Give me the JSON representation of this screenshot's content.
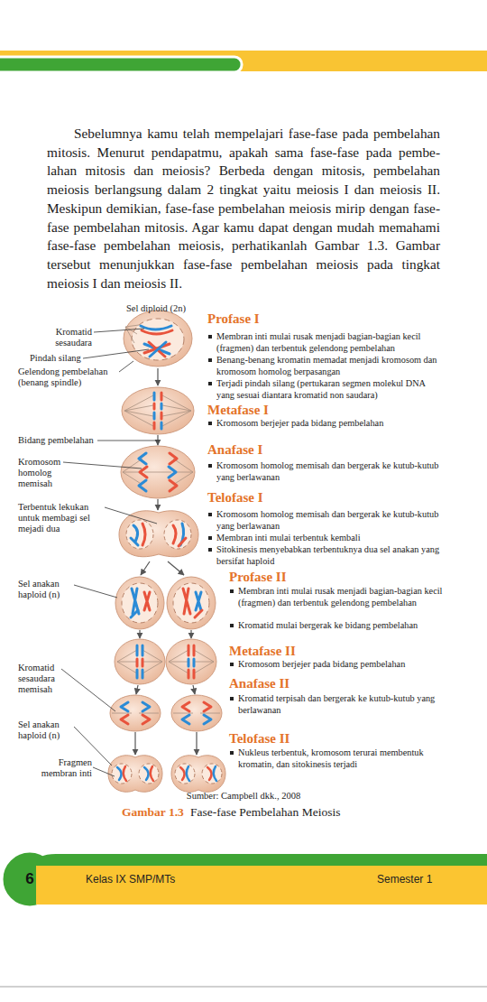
{
  "diagram": {
    "caption": "Fase-fase Pembelahan Meiosis",
    "nodes": [
      {
        "text": [
          "6"
        ]
      },
      {
        "text": [
          "Kelas IX SMP/MTs",
          "Semester 1"
        ]
      }
    ],
    "labels": [
      "Sebelumnya kamu telah mempelajari fase-fase pada pembelahan mitosis. Menurut pendapatmu, apakah sama fase-fase pada pembe- lahan mitosis dan meiosis? Berbeda dengan mitosis, pembelahan meiosis berlangsung dalam 2 tingkat yaitu meiosis I dan meiosis II. Meskipun demikian, fase-fase pembelahan meiosis mirip dengan fase- fase pembelahan mitosis. Agar kamu dapat dengan mudah memahami fase-fase pembelahan meiosis, perhatikanlah Gambar 1.3. Gambar tersebut menunjukkan fase-fase pembelahan meiosis pada tingkat meiosis I dan meiosis II.",
      "Sel diploid (2n)",
      "Kromatid sesaudara",
      "Pindah silang",
      "Gelendong pembelahan (benang spindle)",
      "Bidang pembelahan",
      "Kromosom homolog memisah",
      "Terbentuk lekukan untuk membagi sel mejadi dua",
      "Sel anakan haploid (n)",
      "Kromatid sesaudara memisah",
      "Sel anakan haploid (n)",
      "Fragmen membran inti",
      "Profase I",
      "Membran inti mulai rusak menjadi bagian-bagian kecil (fragmen) dan terbentuk gelendong pembelahan",
      "Benang-benang kromatin memadat menjadi kromosom dan kromosom homolog berpasangan",
      "Terjadi pindah silang (pertukaran segmen molekul DNA yang sesuai diantara kromatid non saudara)",
      "Metafase I",
      "Kromosom berjejer pada bidang pembelahan",
      "Anafase I",
      "Kromosom homolog memisah dan bergerak ke kutub-kutub yang berlawanan",
      "Telofase I",
      "Kromosom homolog memisah dan bergerak ke kutub-kutub yang berlawanan",
      "Membran inti mulai terbentuk kembali",
      "Sitokinesis menyebabkan terbentuknya dua sel anakan yang bersifat haploid",
      "Profase II",
      "Membran inti mulai rusak menjadi bagian-bagian kecil (fragmen) dan terbentuk gelendong pembelahan",
      "Kromatid mulai bergerak ke bidang pembelahan",
      "Metafase II",
      "Kromosom berjejer pada bidang pembelahan",
      "Anafase II",
      "Kromatid terpisah dan bergerak ke kutub-kutub yang berlawanan",
      "Telofase II",
      "Nukleus terbentuk, kromosom terurai membentuk kromatin, dan sitokinesis terjadi",
      "Sumber: Campbell dkk., 2008",
      "Gambar 1.3"
    ]
  }
}
